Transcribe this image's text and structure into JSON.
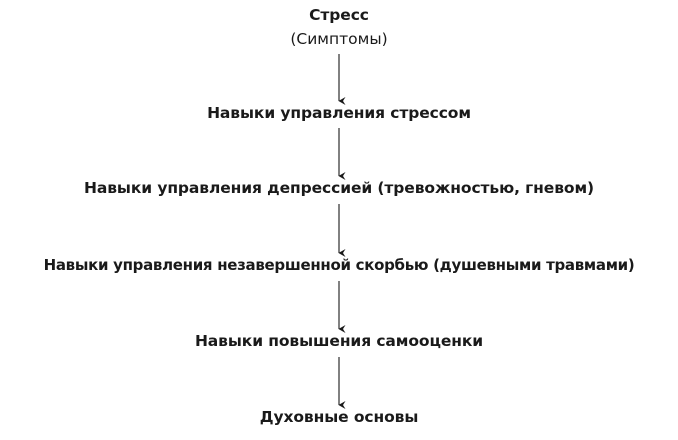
{
  "diagram": {
    "nodes": [
      {
        "label": "Стресс",
        "sublabel": "(Симптомы)"
      },
      {
        "label": "Навыки управления стрессом"
      },
      {
        "label": "Навыки управления депрессией (тревожностью, гневом)"
      },
      {
        "label": "Навыки управления незавершенной скорбью (душевными травмами)"
      },
      {
        "label": "Навыки повышения самооценки"
      },
      {
        "label": "Духовные основы"
      }
    ],
    "colors": {
      "text": "#1a1a1a",
      "arrow": "#1a1a1a",
      "background": "#ffffff"
    }
  }
}
